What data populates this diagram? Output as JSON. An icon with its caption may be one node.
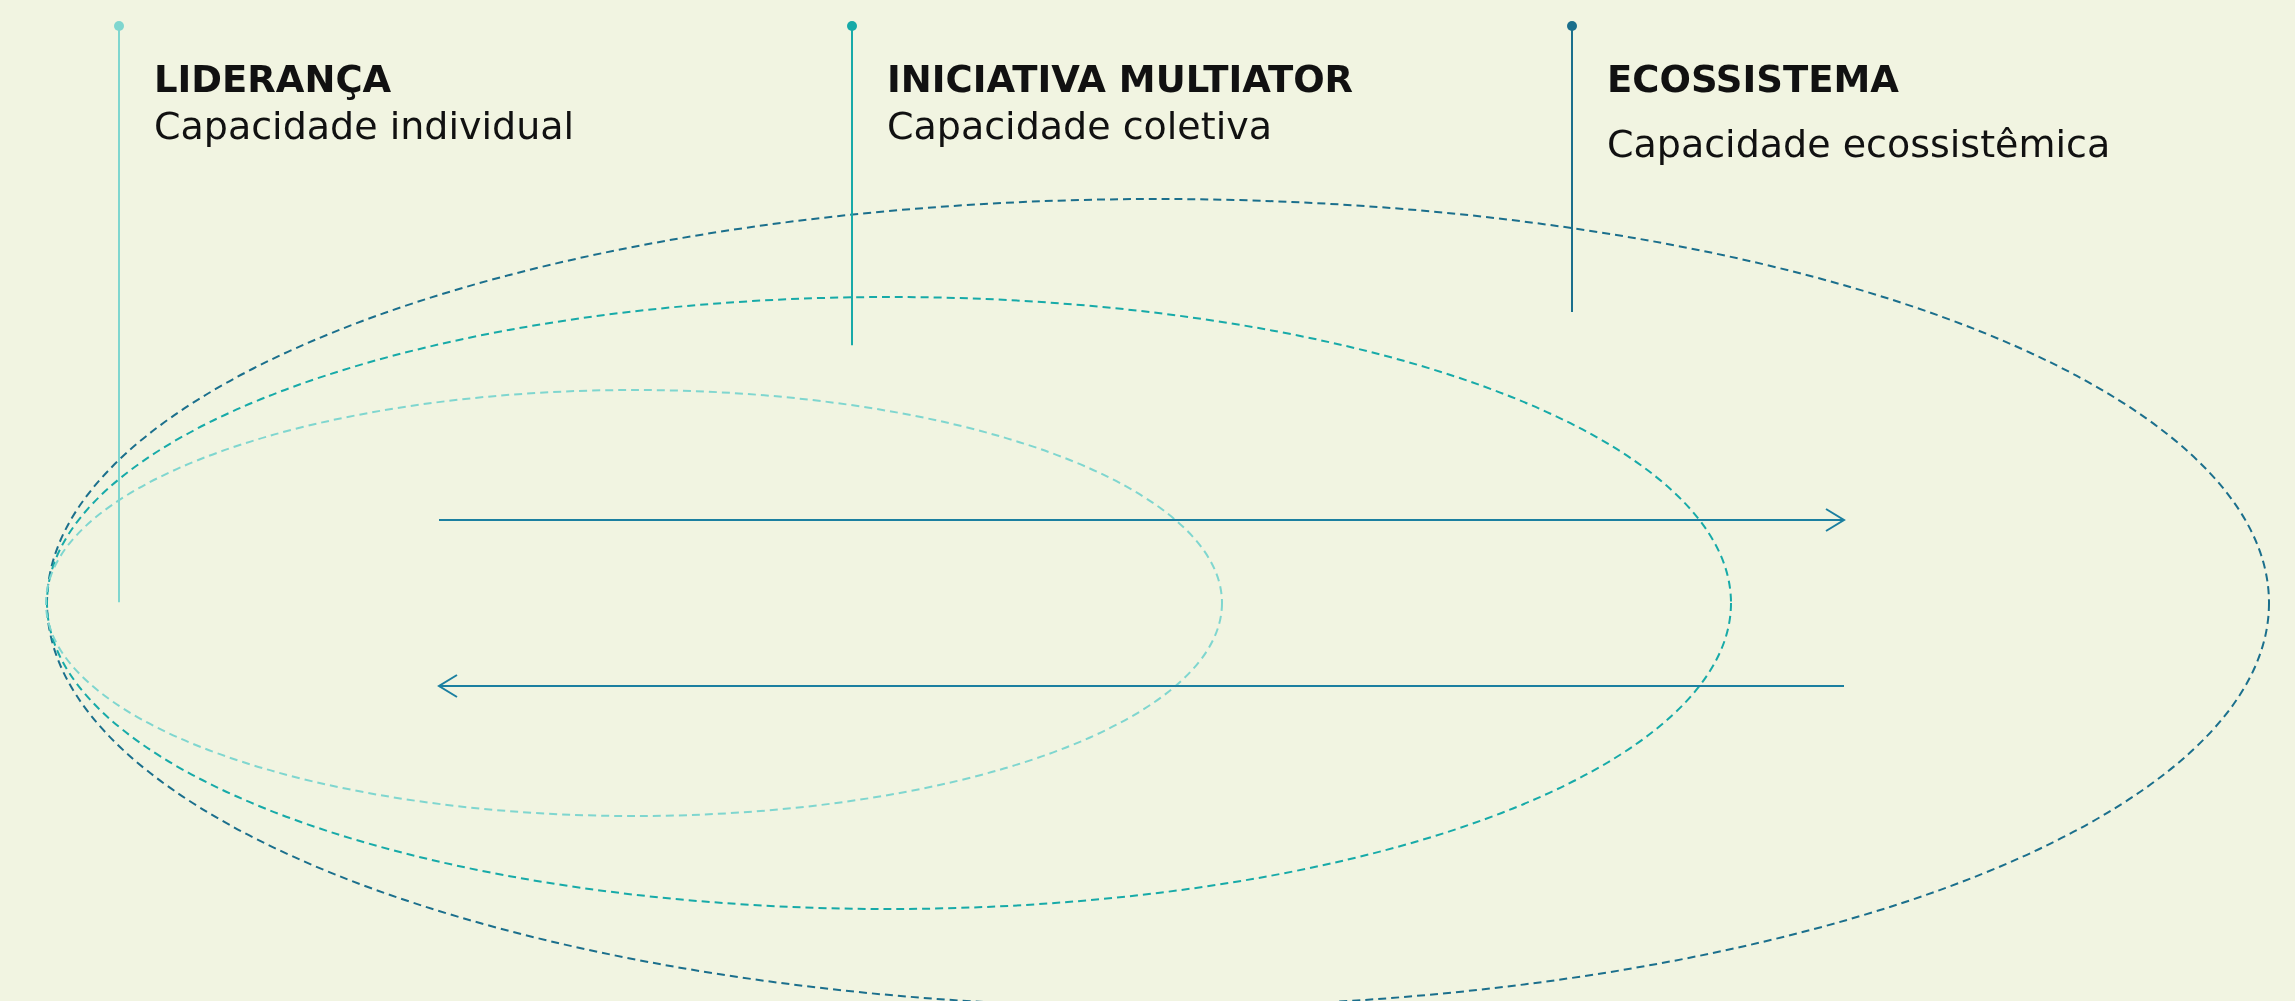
{
  "diagram": {
    "nodes": [
      {
        "text": [
          "LIDERANÇA",
          "Capacidade individual"
        ]
      },
      {
        "text": [
          "INICIATIVA MULTIATOR",
          "Capacidade coletiva"
        ]
      },
      {
        "text": [
          "ECOSSISTEMA",
          "Capacidade ecossistêmica"
        ]
      },
      {
        "text": [],
        "shape": "ellipse"
      },
      {
        "text": [],
        "shape": "ellipse",
        "in": 3
      },
      {
        "text": [],
        "shape": "ellipse",
        "in": 4
      }
    ],
    "edges": [
      {
        "from": 0,
        "to": 5,
        "arrow": "other",
        "color": "#7fd6cf"
      },
      {
        "from": 1,
        "to": 4,
        "arrow": "other",
        "color": "#17aaa8"
      },
      {
        "from": 2,
        "to": 3,
        "arrow": "other",
        "color": "#1b6f8c"
      }
    ]
  }
}
